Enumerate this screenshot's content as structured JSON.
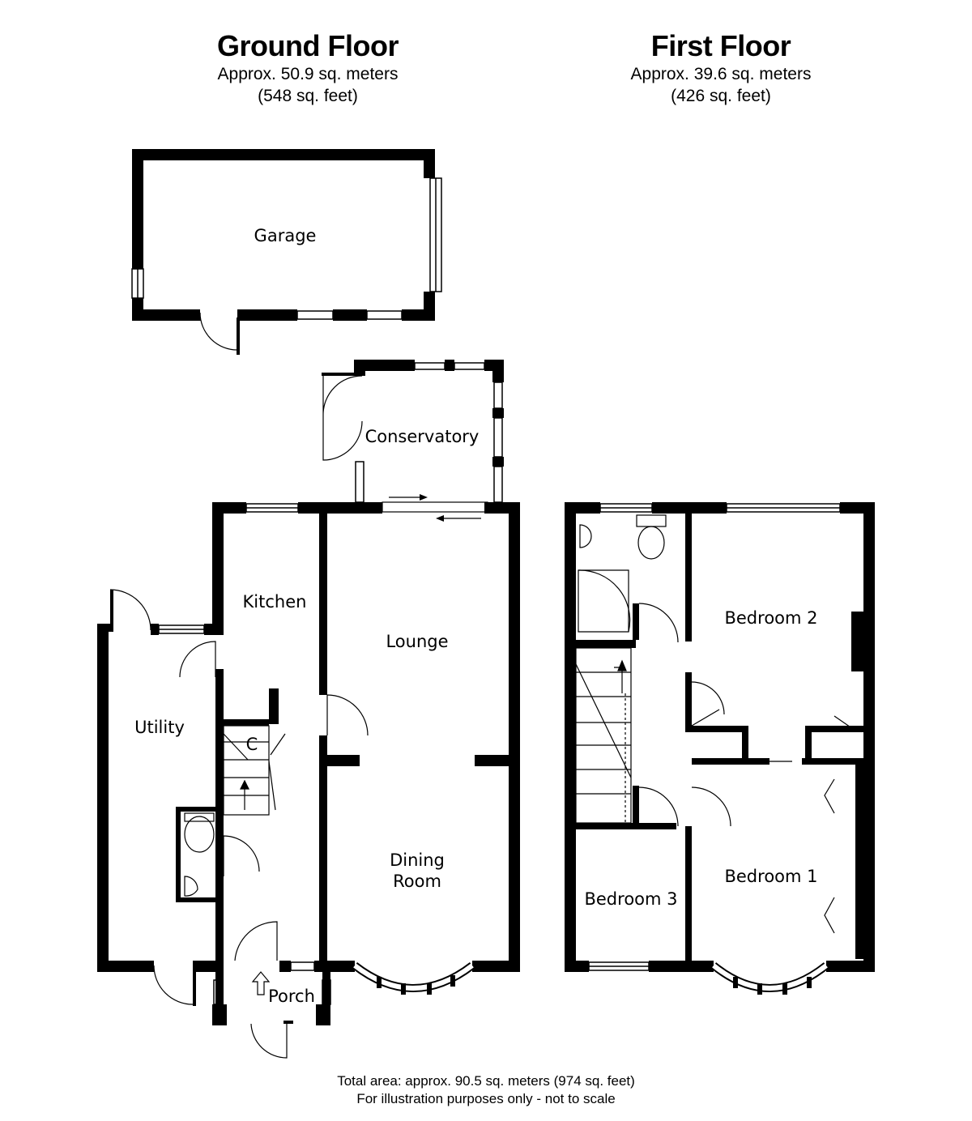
{
  "ground_floor": {
    "title": "Ground Floor",
    "area_metric": "Approx. 50.9 sq. meters",
    "area_imperial": "(548 sq. feet)"
  },
  "first_floor": {
    "title": "First Floor",
    "area_metric": "Approx. 39.6 sq. meters",
    "area_imperial": "(426 sq. feet)"
  },
  "rooms": {
    "garage": "Garage",
    "conservatory": "Conservatory",
    "kitchen": "Kitchen",
    "lounge": "Lounge",
    "utility": "Utility",
    "cupboard": "C",
    "dining_line1": "Dining",
    "dining_line2": "Room",
    "porch": "Porch",
    "bedroom1": "Bedroom 1",
    "bedroom2": "Bedroom 2",
    "bedroom3": "Bedroom 3"
  },
  "footer": {
    "total_area": "Total area: approx. 90.5 sq. meters (974 sq. feet)",
    "disclaimer": "For illustration purposes only - not to scale"
  }
}
